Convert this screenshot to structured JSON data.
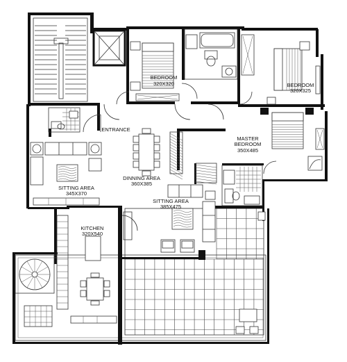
{
  "rooms": {
    "bedroom_1": {
      "name": "BEDROOM",
      "size": "320X320"
    },
    "bedroom_2": {
      "name": "BEDROOM",
      "size": "320X325"
    },
    "master_bedroom": {
      "name_line1": "MASTER",
      "name_line2": "BEDROOM",
      "size": "350X485"
    },
    "entrance": {
      "name": "ENTRANCE"
    },
    "dining": {
      "name": "DINNING AREA",
      "size": "360X385"
    },
    "sitting_left": {
      "name": "SITTING AREA",
      "size": "345X370"
    },
    "sitting_center": {
      "name": "SITTING AREA",
      "size": "385X475"
    },
    "kitchen": {
      "name": "KITCHEN",
      "size": "320X540"
    }
  },
  "colors": {
    "wall": "#111111",
    "line": "#333333",
    "background": "#ffffff"
  }
}
